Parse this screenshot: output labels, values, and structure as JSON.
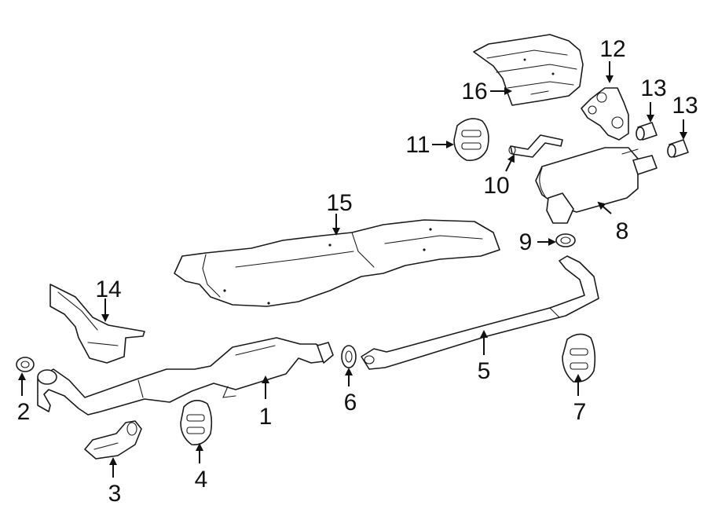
{
  "diagram": {
    "callouts": [
      {
        "id": "1",
        "label": "1"
      },
      {
        "id": "2",
        "label": "2"
      },
      {
        "id": "3",
        "label": "3"
      },
      {
        "id": "4",
        "label": "4"
      },
      {
        "id": "5",
        "label": "5"
      },
      {
        "id": "6",
        "label": "6"
      },
      {
        "id": "7",
        "label": "7"
      },
      {
        "id": "8",
        "label": "8"
      },
      {
        "id": "9",
        "label": "9"
      },
      {
        "id": "10",
        "label": "10"
      },
      {
        "id": "11",
        "label": "11"
      },
      {
        "id": "12",
        "label": "12"
      },
      {
        "id": "13a",
        "label": "13"
      },
      {
        "id": "13b",
        "label": "13"
      },
      {
        "id": "14",
        "label": "14"
      },
      {
        "id": "15",
        "label": "15"
      },
      {
        "id": "16",
        "label": "16"
      }
    ]
  },
  "colors": {
    "line": "#1a1a1a",
    "background": "#ffffff"
  }
}
